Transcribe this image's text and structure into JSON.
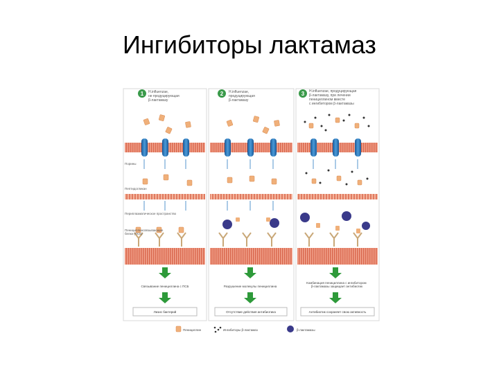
{
  "title": "Ингибиторы лактамаз",
  "panels": [
    {
      "number": "1",
      "caption": "H.influenzae, не продуцирующая β-лактамазу",
      "result_text": "Связывание пенициллина с ПСБ",
      "outcome": "Лизис бактерий"
    },
    {
      "number": "2",
      "caption": "H.influenzae, продуцирующая β-лактамазу",
      "result_text": "Разрушение молекулы пенициллина",
      "outcome": "Отсутствие действия антибиотика"
    },
    {
      "number": "3",
      "caption": "H.influenzae, продуцирующая β-лактамазу, при лечении пенициллином вместе с ингибитором β-лактамазы",
      "result_text": "Комбинация пенициллина с ингибитором β-лактамазы защищает антибиотик",
      "outcome": "Антибиотик сохраняет свою активность"
    }
  ],
  "side_labels": {
    "porins": "Порины",
    "peptidoglycan": "Пептидогликан",
    "periplasm": "Периплазматическое пространство",
    "pbp": "Пенициллинсвязывающие белки (ПСБ)"
  },
  "legend": {
    "penicillin": "Пенициллин",
    "inhibitor": "Ингибиторы β-лактамаз",
    "lactamase": "β-лактамазы"
  },
  "colors": {
    "membrane": "#e8806a",
    "porin": "#2a7ac0",
    "penicillin": "#f0b07a",
    "lactamase": "#3a3a8a",
    "arrow_green": "#2e9a3a",
    "number_circle": "#3a9a4a"
  }
}
